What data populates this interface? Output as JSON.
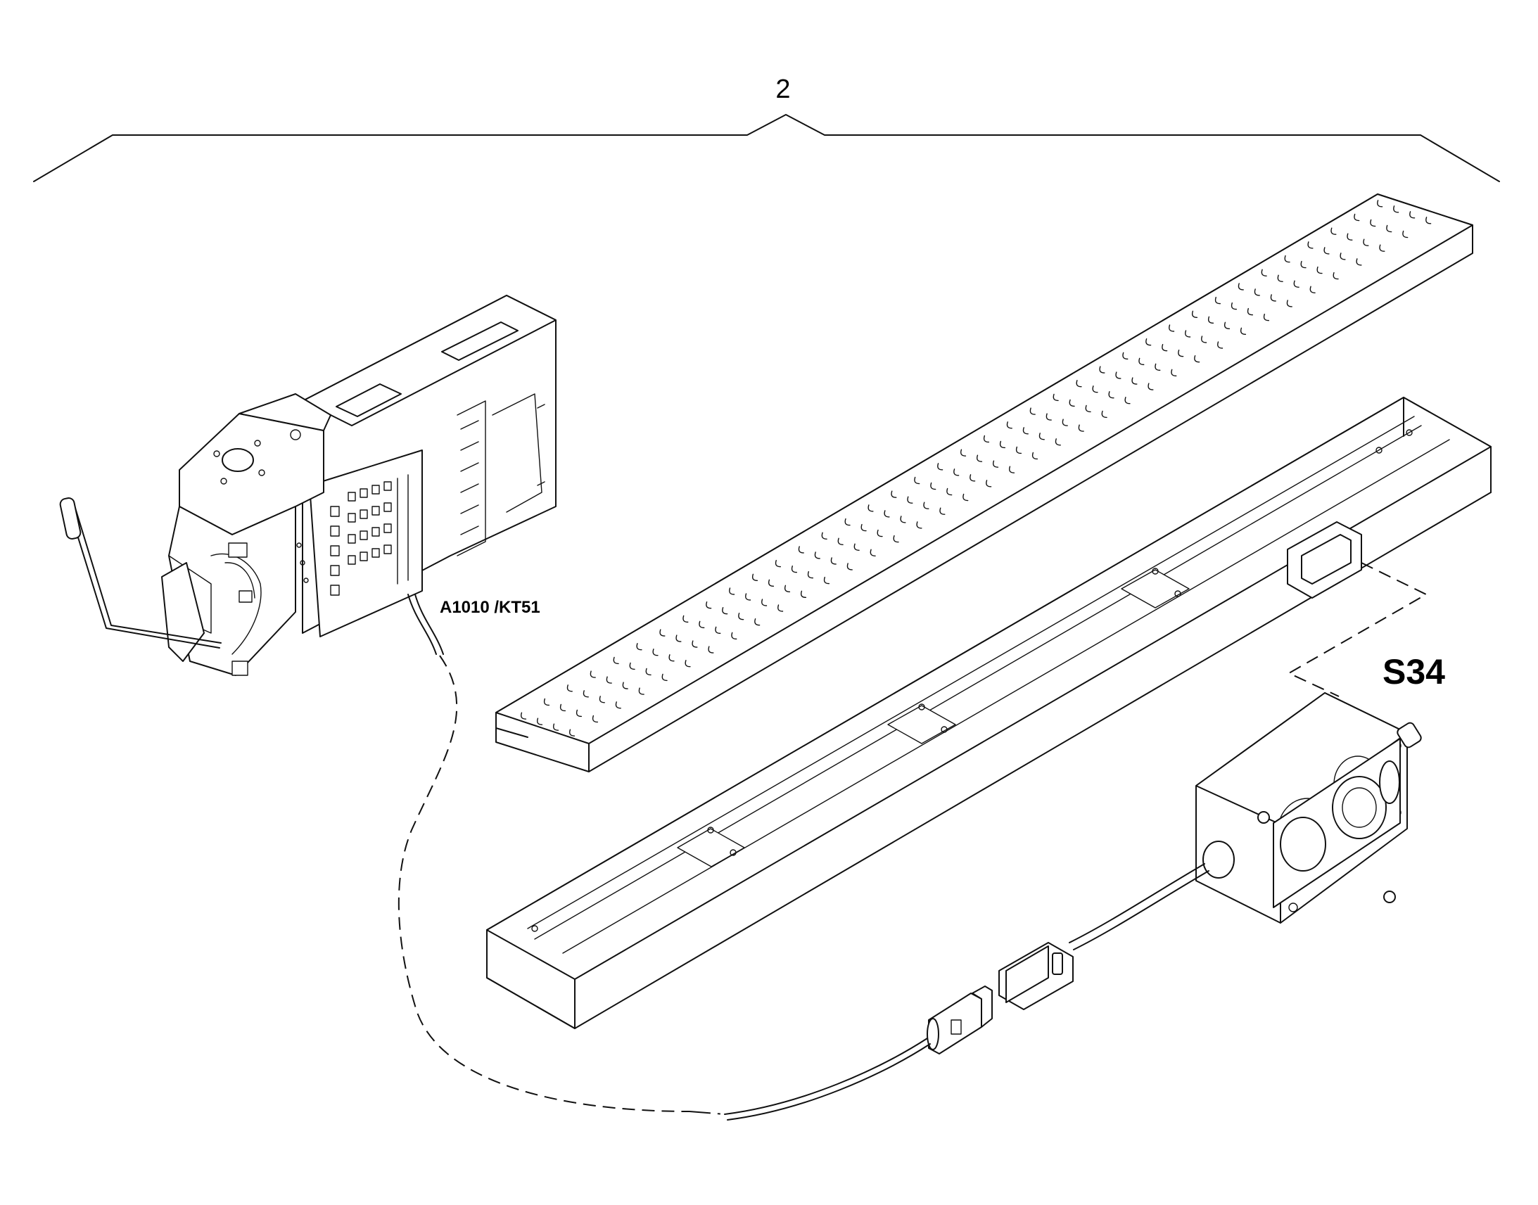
{
  "labels": {
    "assembly_item": "2",
    "connector_ref": "A1010 /KT51",
    "switch_ref": "S34"
  }
}
